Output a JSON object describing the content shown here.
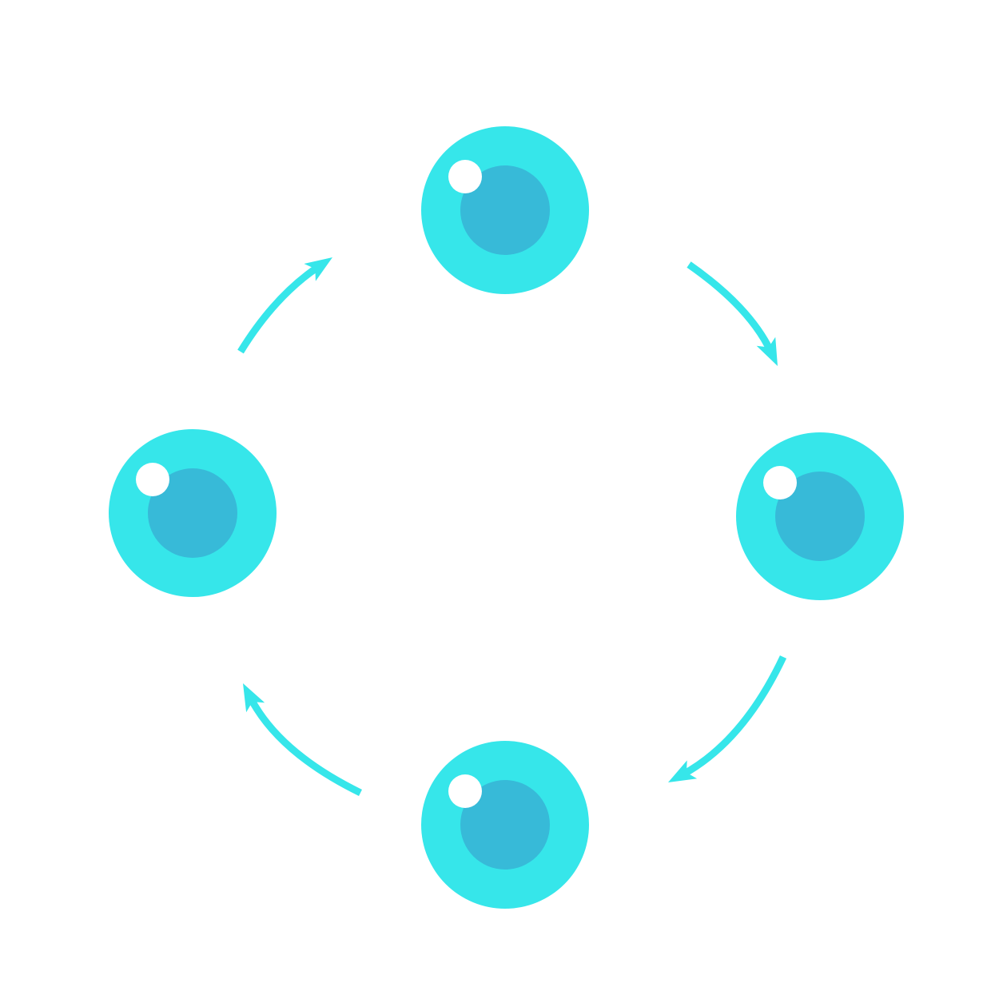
{
  "diagram": {
    "type": "cycle",
    "direction": "clockwise",
    "colors": {
      "background": "#ffffff",
      "node_outer": "#36e6ea",
      "node_inner": "#37bad8",
      "node_highlight": "#ffffff",
      "arrow": "#36e6ea"
    },
    "nodes": [
      {
        "name": "top",
        "icon": "circle-node-icon"
      },
      {
        "name": "right",
        "icon": "circle-node-icon"
      },
      {
        "name": "bottom",
        "icon": "circle-node-icon"
      },
      {
        "name": "left",
        "icon": "circle-node-icon"
      }
    ],
    "edges": [
      {
        "from": "top",
        "to": "right",
        "icon": "curved-arrow-icon"
      },
      {
        "from": "right",
        "to": "bottom",
        "icon": "curved-arrow-icon"
      },
      {
        "from": "bottom",
        "to": "left",
        "icon": "curved-arrow-icon"
      },
      {
        "from": "left",
        "to": "top",
        "icon": "curved-arrow-icon"
      }
    ]
  }
}
